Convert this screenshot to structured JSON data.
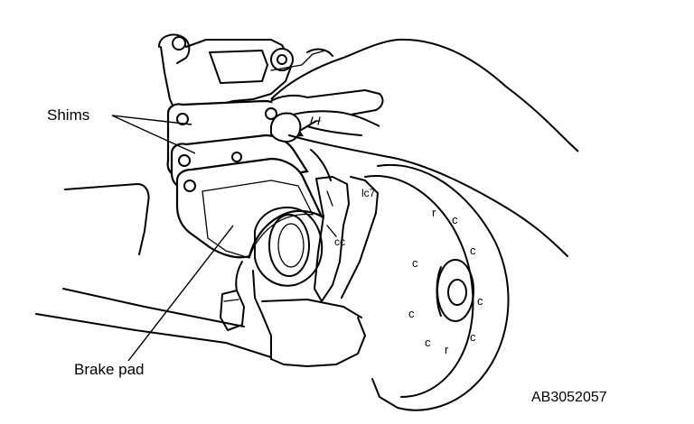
{
  "labels": {
    "shims": "Shims",
    "brake_pad": "Brake pad",
    "figure_code": "AB3052057"
  },
  "colors": {
    "ink": "#000000",
    "paper": "#ffffff"
  }
}
